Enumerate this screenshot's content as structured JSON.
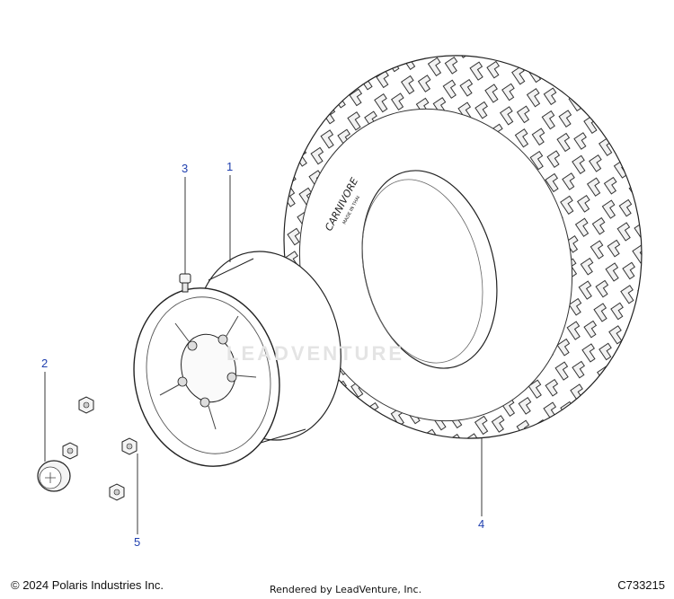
{
  "diagram": {
    "callouts": [
      {
        "id": "1",
        "label": "1"
      },
      {
        "id": "2",
        "label": "2"
      },
      {
        "id": "3",
        "label": "3"
      },
      {
        "id": "4",
        "label": "4"
      },
      {
        "id": "5",
        "label": "5"
      }
    ],
    "tire_brand": "CARNIVORE",
    "tire_sub": "MADE IN THAI",
    "watermark": "LEADVENTURE",
    "callout_color": "#1f3fae",
    "line_color": "#222222"
  },
  "footer": {
    "copyright": "© 2024 Polaris Industries Inc.",
    "rendered_by": "Rendered by LeadVenture, Inc.",
    "diagram_code": "C733215"
  }
}
